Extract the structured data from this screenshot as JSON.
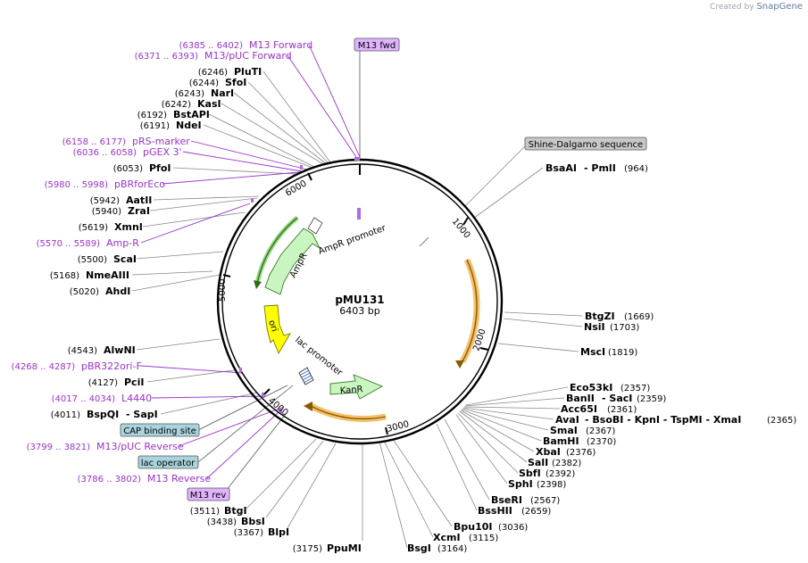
{
  "credit": {
    "prefix": "Created by",
    "brand": "SnapGene"
  },
  "plasmid": {
    "name": "pMU131",
    "length": "6403 bp",
    "total_bp": 6403
  },
  "ticks": [
    "1000",
    "2000",
    "3000",
    "4000",
    "5000",
    "6000"
  ],
  "box_labels": {
    "m13_fwd": "M13 fwd",
    "shine": "Shine-Dalgarno sequence",
    "cap": "CAP binding site",
    "lac_op": "lac operator",
    "m13_rev": "M13 rev"
  },
  "feature_labels": {
    "m13_forward": {
      "num": "(6385 .. 6402)",
      "name": "M13 Forward"
    },
    "m13_puc_forward": {
      "num": "(6371 .. 6393)",
      "name": "M13/pUC Forward"
    },
    "prs_marker": {
      "num": "(6158 .. 6177)",
      "name": "pRS-marker"
    },
    "pgex3": {
      "num": "(6036 .. 6058)",
      "name": "pGEX 3'"
    },
    "pbrforeco": {
      "num": "(5980 .. 5998)",
      "name": "pBRforEco"
    },
    "amp_r": {
      "num": "(5570 .. 5589)",
      "name": "Amp-R"
    },
    "pbr322ori": {
      "num": "(4268 .. 4287)",
      "name": "pBR322ori-F"
    },
    "l4440": {
      "num": "(4017 .. 4034)",
      "name": "L4440"
    },
    "m13_puc_reverse": {
      "num": "(3799 .. 3821)",
      "name": "M13/pUC Reverse"
    },
    "m13_reverse": {
      "num": "(3786 .. 3802)",
      "name": "M13 Reverse"
    }
  },
  "enzyme_labels": {
    "pluti": {
      "num": "(6246)",
      "name": "PluTI"
    },
    "sfoi": {
      "num": "(6244)",
      "name": "SfoI"
    },
    "nari": {
      "num": "(6243)",
      "name": "NarI"
    },
    "kasi": {
      "num": "(6242)",
      "name": "KasI"
    },
    "bstapi": {
      "num": "(6192)",
      "name": "BstAPI"
    },
    "ndei": {
      "num": "(6191)",
      "name": "NdeI"
    },
    "pfoi": {
      "num": "(6053)",
      "name": "PfoI"
    },
    "aatii": {
      "num": "(5942)",
      "name": "AatII"
    },
    "zrai": {
      "num": "(5940)",
      "name": "ZraI"
    },
    "xmni": {
      "num": "(5619)",
      "name": "XmnI"
    },
    "scai": {
      "num": "(5500)",
      "name": "ScaI"
    },
    "nmeaiii": {
      "num": "(5168)",
      "name": "NmeAIII"
    },
    "ahdi": {
      "num": "(5020)",
      "name": "AhdI"
    },
    "alwni": {
      "num": "(4543)",
      "name": "AlwNI"
    },
    "pcii": {
      "num": "(4127)",
      "name": "PciI"
    },
    "bspqi": {
      "num": "(4011)",
      "name": "BspQI",
      "extra": "- SapI"
    },
    "bsaai": {
      "name": "BsaAI",
      "extra": "- PmlI",
      "num": "(964)"
    },
    "btgzi": {
      "name": "BtgZI",
      "num": "(1669)"
    },
    "nsii": {
      "name": "NsiI",
      "num": "(1703)"
    },
    "msci": {
      "name": "MscI",
      "num": "(1819)"
    },
    "eco53ki": {
      "name": "Eco53kI",
      "num": "(2357)"
    },
    "banii": {
      "name": "BanII",
      "extra": "- SacI",
      "num": "(2359)"
    },
    "acc65i": {
      "name": "Acc65I",
      "num": "(2361)"
    },
    "avai": {
      "name": "AvaI",
      "extra": "- BsoBI   - KpnI   - TspMI   - XmaI",
      "num": "(2365)"
    },
    "smai": {
      "name": "SmaI",
      "num": "(2367)"
    },
    "bamhi": {
      "name": "BamHI",
      "num": "(2370)"
    },
    "xbai": {
      "name": "XbaI",
      "num": "(2376)"
    },
    "sali": {
      "name": "SalI",
      "num": "(2382)"
    },
    "sbfi": {
      "name": "SbfI",
      "num": "(2392)"
    },
    "sphi": {
      "name": "SphI",
      "num": "(2398)"
    },
    "bseri": {
      "name": "BseRI",
      "num": "(2567)"
    },
    "bsshii": {
      "name": "BssHII",
      "num": "(2659)"
    },
    "bpu10i": {
      "name": "Bpu10I",
      "num": "(3036)"
    },
    "xcmi": {
      "name": "XcmI",
      "num": "(3115)"
    },
    "bsgi": {
      "name": "BsgI",
      "num": "(3164)"
    },
    "ppumi": {
      "num": "(3175)",
      "name": "PpuMI"
    },
    "blpi": {
      "num": "(3367)",
      "name": "BlpI"
    },
    "bbsi": {
      "num": "(3438)",
      "name": "BbsI"
    },
    "btgi": {
      "num": "(3511)",
      "name": "BtgI"
    }
  },
  "inner_features": {
    "ampr_promoter": "AmpR promoter",
    "ampr": "AmpR",
    "ori": "ori",
    "lac_promoter": "lac promoter",
    "kanr": "KanR"
  },
  "colors": {
    "backbone": "#000000",
    "feature_purple": "#9933cc",
    "box_purple": "#e0b3ff",
    "box_gray": "#c8c8c8",
    "box_teal": "#a9d3dd",
    "ampr_green": "#c8f5c0",
    "ori_yellow": "#ffff00",
    "orf_orange": "#f5c06b",
    "promoter_white": "#ffffff"
  }
}
